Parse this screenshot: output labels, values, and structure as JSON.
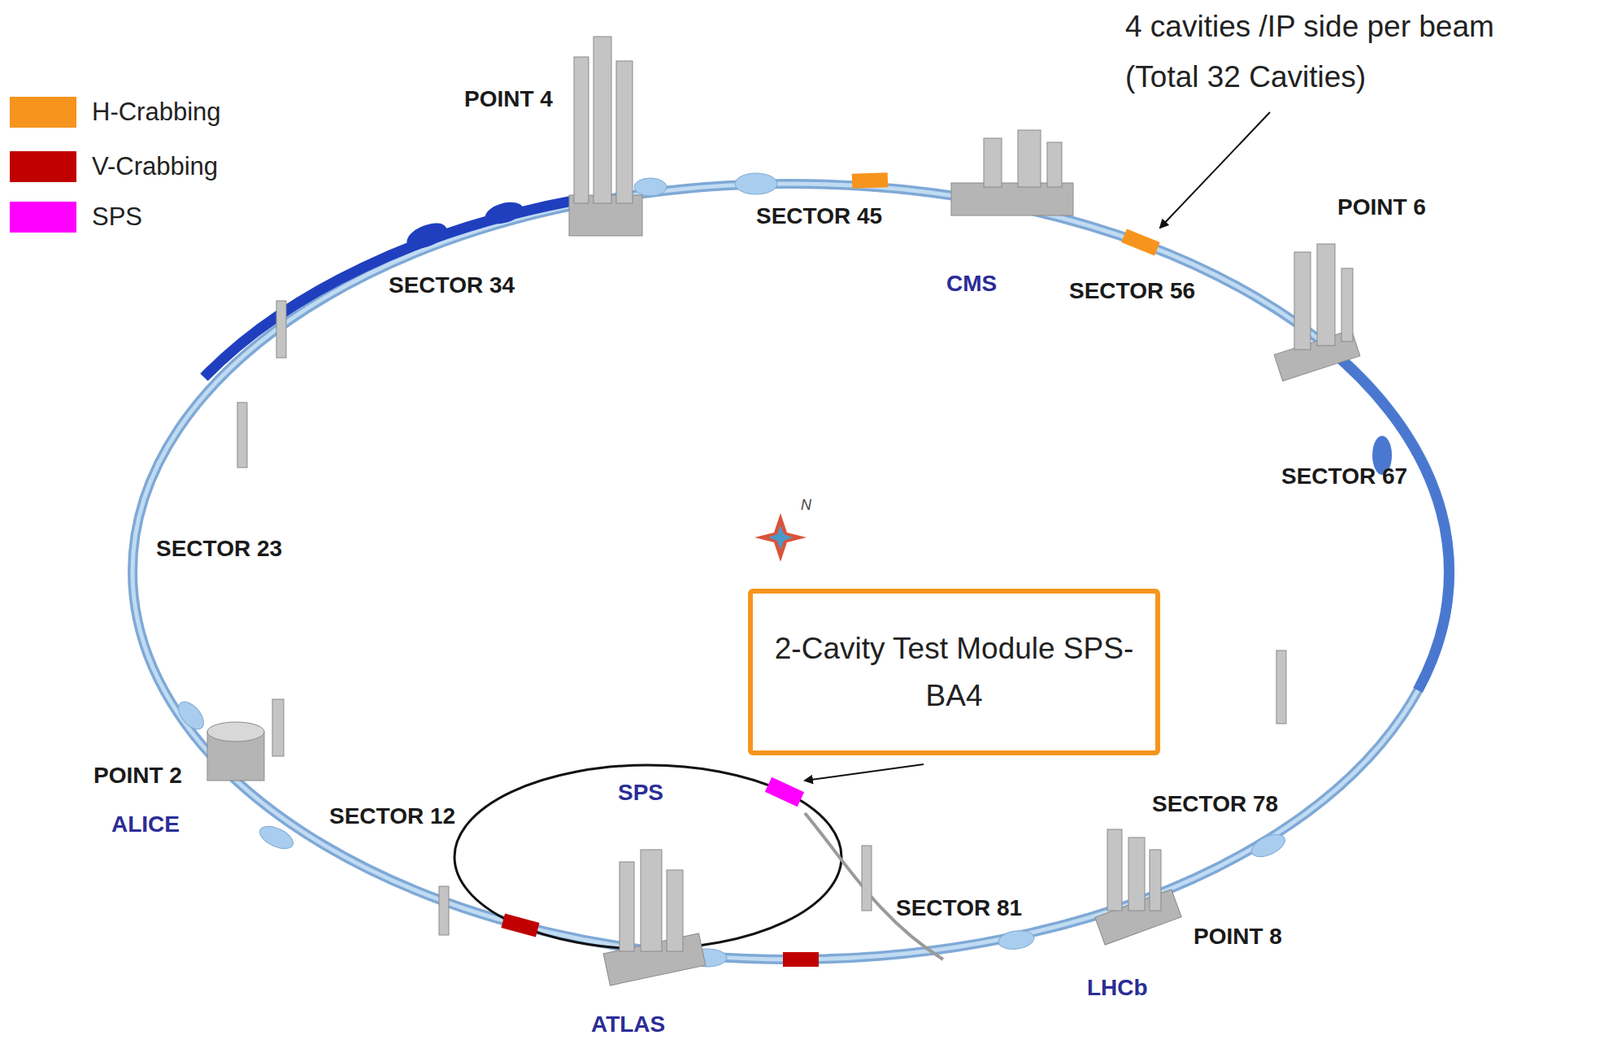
{
  "diagram": {
    "nodes": [
      {
        "text": [
          "2-Cavity Test Module SPS-BA4"
        ]
      }
    ],
    "labels": [
      "4 cavities /IP side per beam (Total 32 Cavities)",
      "POINT 4",
      "SECTOR 45",
      "CMS",
      "SECTOR 56",
      "POINT 6",
      "SECTOR 34",
      "SECTOR 67",
      "N",
      "SECTOR 23",
      "SPS",
      "POINT 2",
      "ALICE",
      "SECTOR 12",
      "SECTOR 81",
      "SECTOR 78",
      "POINT 8",
      "LHCb",
      "ATLAS"
    ],
    "legend": [
      {
        "text": "H-Crabbing",
        "color": "#f7941d"
      },
      {
        "text": "V-Crabbing",
        "color": "#c00000"
      },
      {
        "text": "SPS",
        "color": "#ff00ff"
      }
    ]
  }
}
